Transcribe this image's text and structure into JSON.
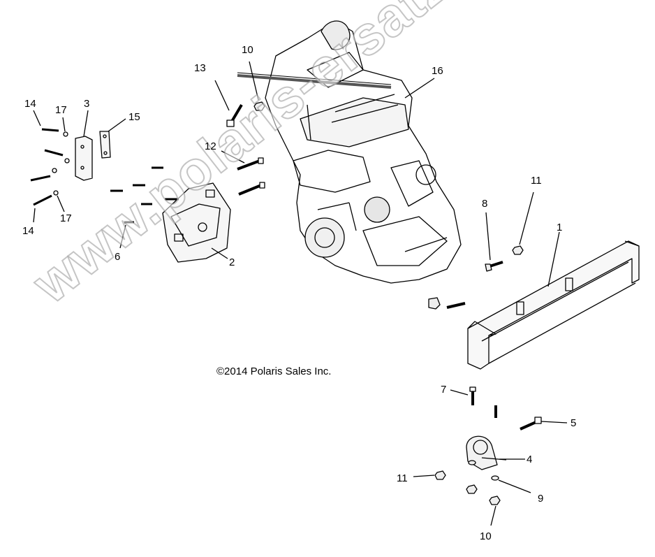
{
  "copyright": "©2014 Polaris Sales Inc.",
  "watermark": "www.polaris-ersatzteile.de",
  "callouts": [
    "1",
    "2",
    "3",
    "4",
    "5",
    "6",
    "7",
    "8",
    "9",
    "10",
    "10",
    "11",
    "11",
    "12",
    "13",
    "14",
    "14",
    "15",
    "16",
    "17",
    "17"
  ]
}
